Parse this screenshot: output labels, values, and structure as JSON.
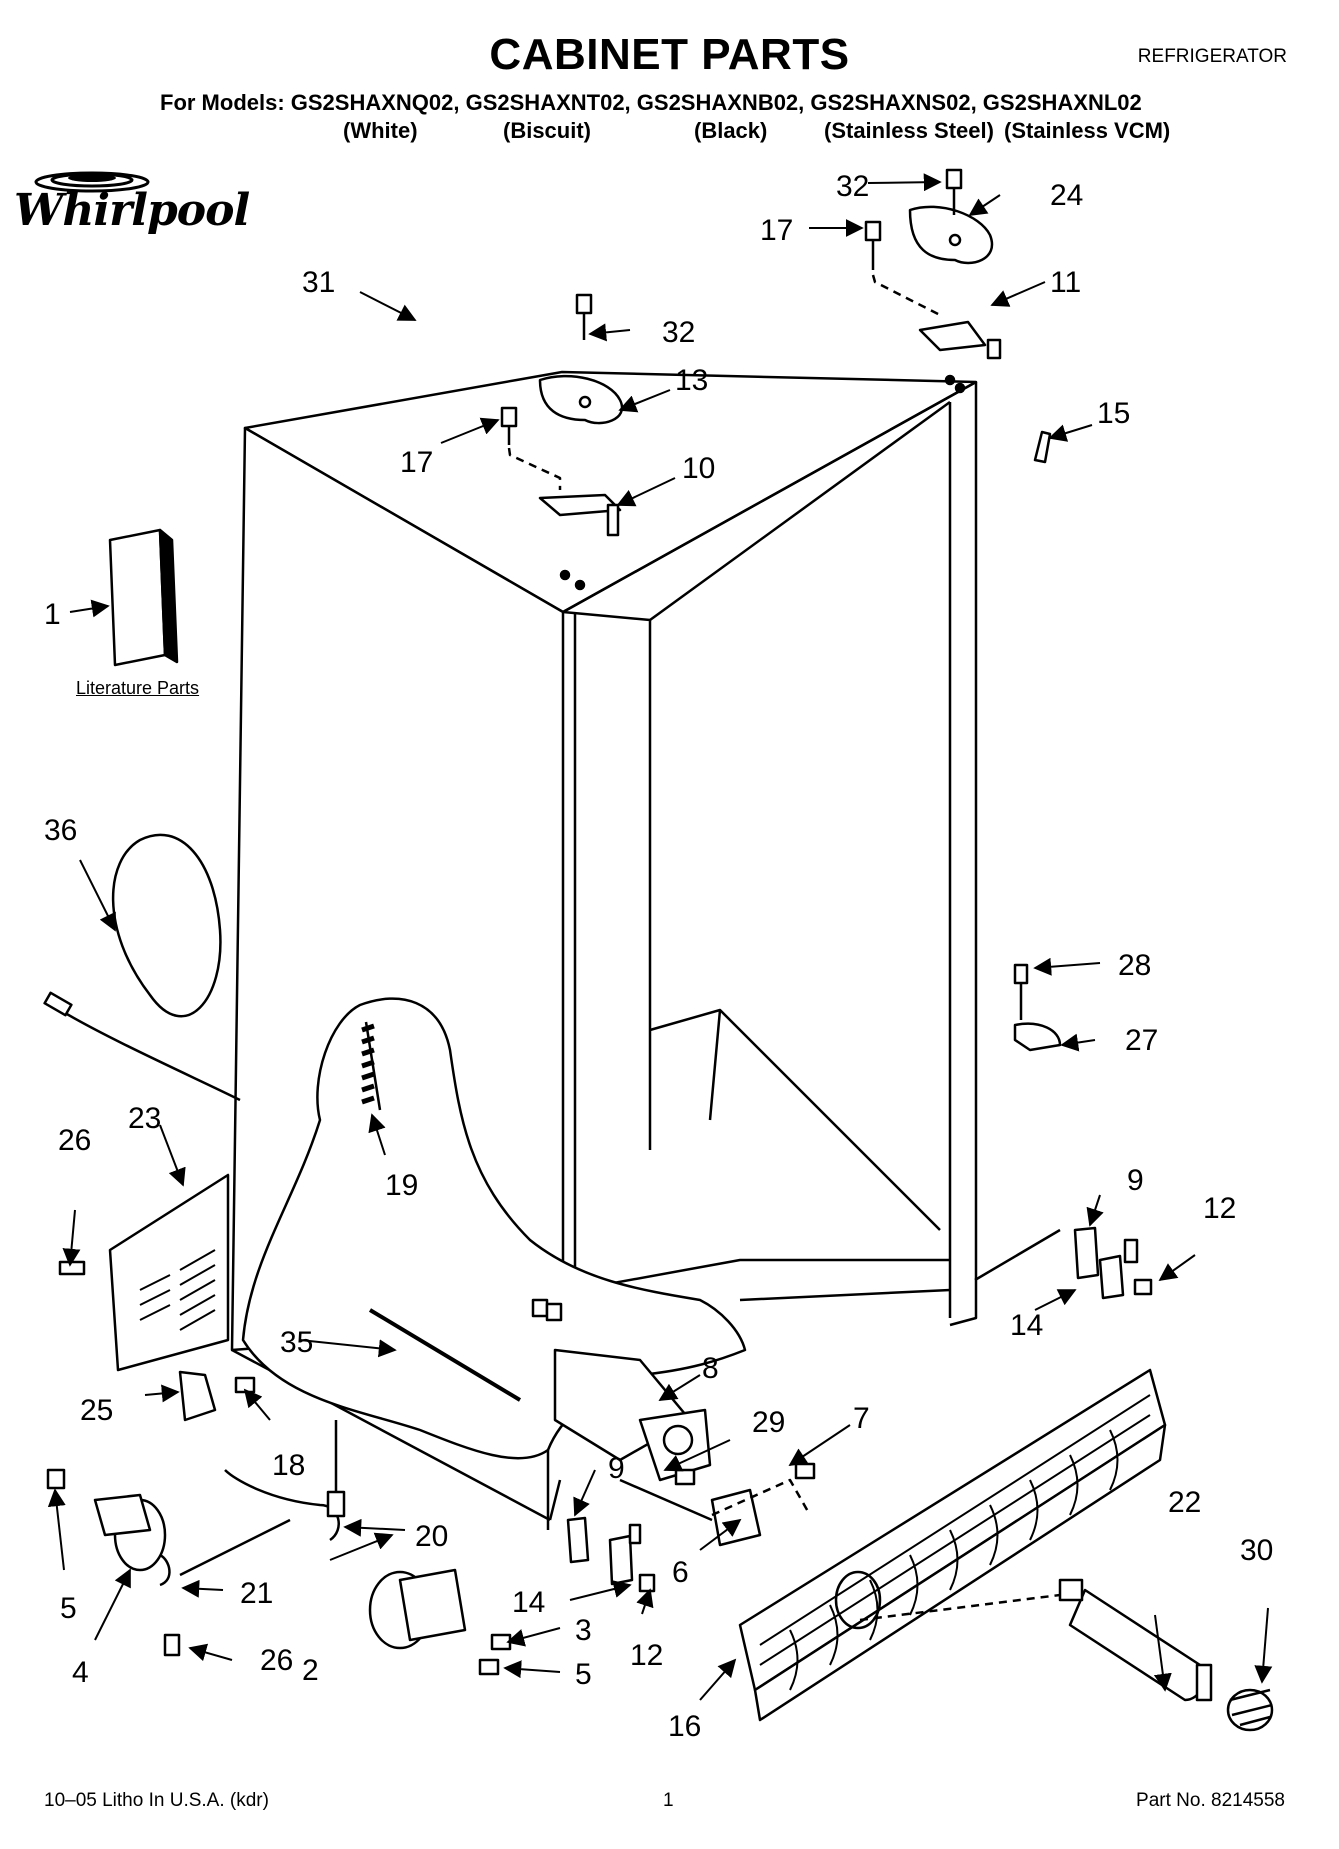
{
  "header": {
    "title": "CABINET PARTS",
    "category": "REFRIGERATOR",
    "models_line": "For Models: GS2SHAXNQ02, GS2SHAXNT02, GS2SHAXNB02, GS2SHAXNS02, GS2SHAXNL02",
    "colors": [
      "(White)",
      "(Biscuit)",
      "(Black)",
      "(Stainless Steel)",
      "(Stainless VCM)"
    ]
  },
  "brand": {
    "logo_text": "Whirlpool"
  },
  "literature": {
    "label": "Literature Parts"
  },
  "callouts": {
    "c1": "1",
    "c2": "2",
    "c3": "3",
    "c4": "4",
    "c5a": "5",
    "c5b": "5",
    "c6": "6",
    "c7": "7",
    "c8": "8",
    "c9a": "9",
    "c9b": "9",
    "c10": "10",
    "c11": "11",
    "c12a": "12",
    "c12b": "12",
    "c13": "13",
    "c14a": "14",
    "c14b": "14",
    "c15": "15",
    "c16": "16",
    "c17a": "17",
    "c17b": "17",
    "c18": "18",
    "c19": "19",
    "c20": "20",
    "c21": "21",
    "c22": "22",
    "c23": "23",
    "c24": "24",
    "c25": "25",
    "c26a": "26",
    "c26b": "26",
    "c27": "27",
    "c28": "28",
    "c29": "29",
    "c30": "30",
    "c31": "31",
    "c32a": "32",
    "c32b": "32",
    "c35": "35",
    "c36": "36"
  },
  "footer": {
    "litho": "10–05 Litho In U.S.A. (kdr)",
    "page": "1",
    "part_no": "Part No. 8214558"
  }
}
